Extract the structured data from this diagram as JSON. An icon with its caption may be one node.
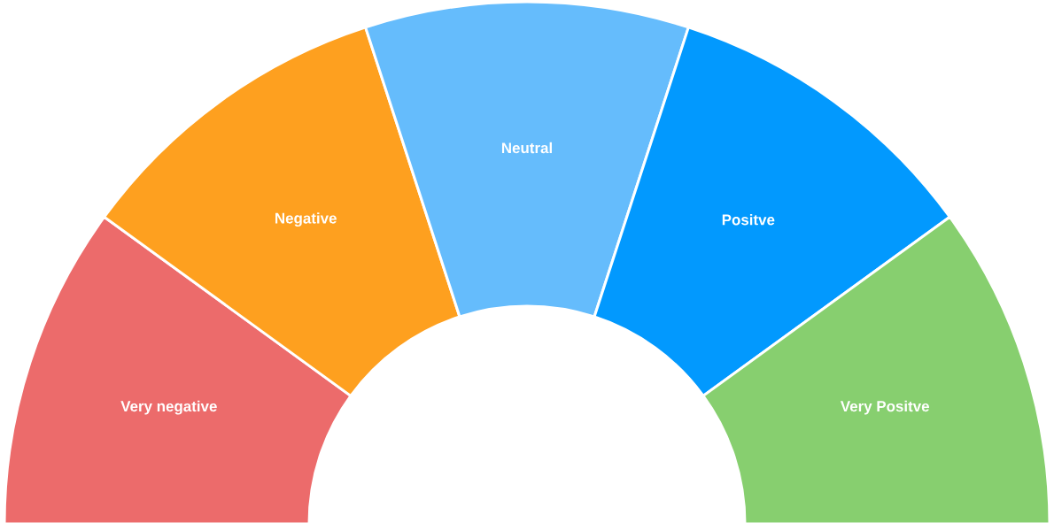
{
  "diagram": {
    "nodes": [
      {
        "text": [
          "Very negative"
        ]
      },
      {
        "text": [
          "Negative"
        ]
      },
      {
        "text": [
          "Neutral"
        ]
      },
      {
        "text": [
          "Positve"
        ]
      },
      {
        "text": [
          "Very Positve"
        ]
      }
    ]
  }
}
